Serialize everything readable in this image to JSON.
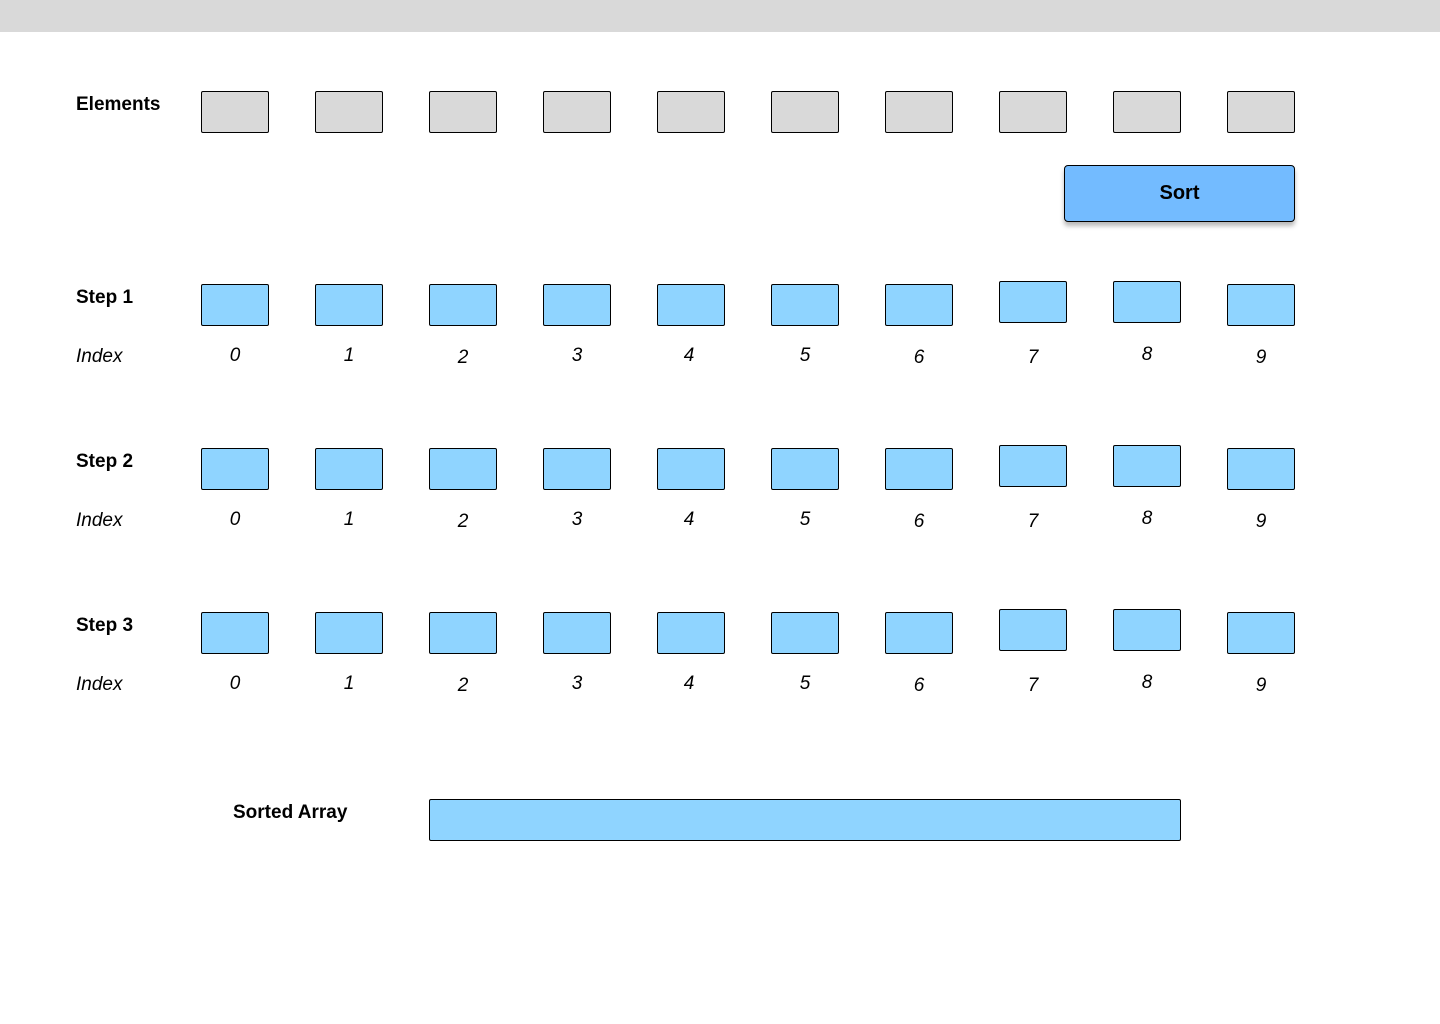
{
  "elements_row": {
    "label": "Elements",
    "inputs": [
      "",
      "",
      "",
      "",
      "",
      "",
      "",
      "",
      "",
      ""
    ]
  },
  "sort_button": {
    "label": "Sort"
  },
  "steps": [
    {
      "label": "Step 1",
      "index_label": "Index",
      "indices": [
        "0",
        "1",
        "2",
        "3",
        "4",
        "5",
        "6",
        "7",
        "8",
        "9"
      ]
    },
    {
      "label": "Step 2",
      "index_label": "Index",
      "indices": [
        "0",
        "1",
        "2",
        "3",
        "4",
        "5",
        "6",
        "7",
        "8",
        "9"
      ]
    },
    {
      "label": "Step 3",
      "index_label": "Index",
      "indices": [
        "0",
        "1",
        "2",
        "3",
        "4",
        "5",
        "6",
        "7",
        "8",
        "9"
      ]
    }
  ],
  "sorted_array": {
    "label": "Sorted Array",
    "value": ""
  },
  "colors": {
    "top_bar": "#d9d9d9",
    "input_cell": "#d9d9d9",
    "step_cell": "#8fd4ff",
    "sort_button": "#73bbff"
  }
}
